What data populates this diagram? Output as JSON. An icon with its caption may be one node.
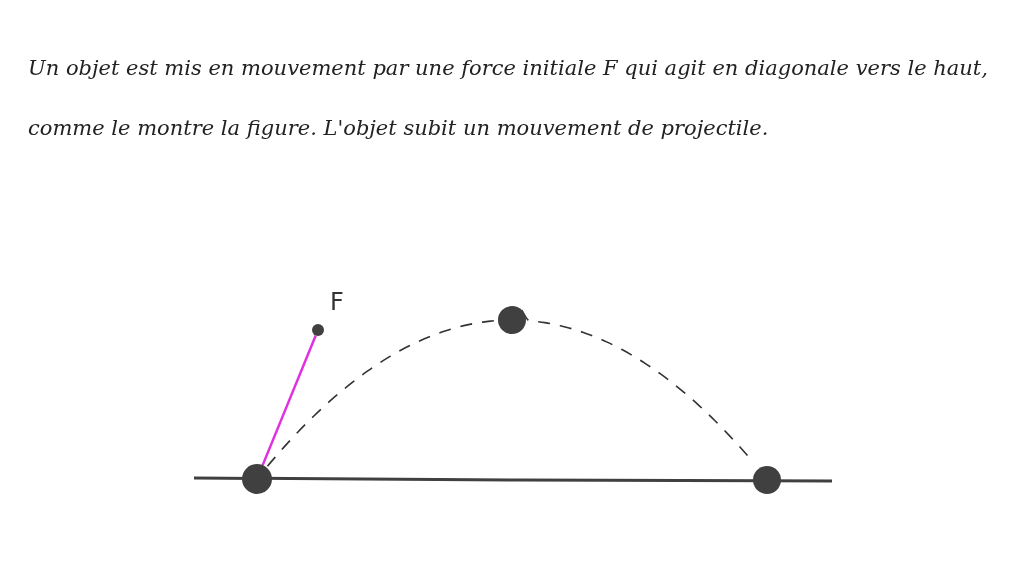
{
  "diagram": {
    "nodes": [
      {
        "text": [],
        "shape": "circle"
      },
      {
        "text": [],
        "shape": "circle",
        "beside": [
          "F"
        ]
      },
      {
        "text": [],
        "shape": "circle"
      },
      {
        "text": [],
        "shape": "circle"
      }
    ],
    "edges": [
      {
        "from": 0,
        "to": 1,
        "arrow": "none",
        "color": "#e030e0"
      },
      {
        "from": 0,
        "to": 2,
        "arrow": "none",
        "style": "dashed"
      },
      {
        "from": 2,
        "to": 3,
        "arrow": "none",
        "style": "dashed"
      }
    ],
    "labels": [
      "Un objet est mis en mouvement par une force initiale F qui agit en diagonale vers le haut, comme le montre la figure. L'objet subit un mouvement de projectile."
    ]
  }
}
